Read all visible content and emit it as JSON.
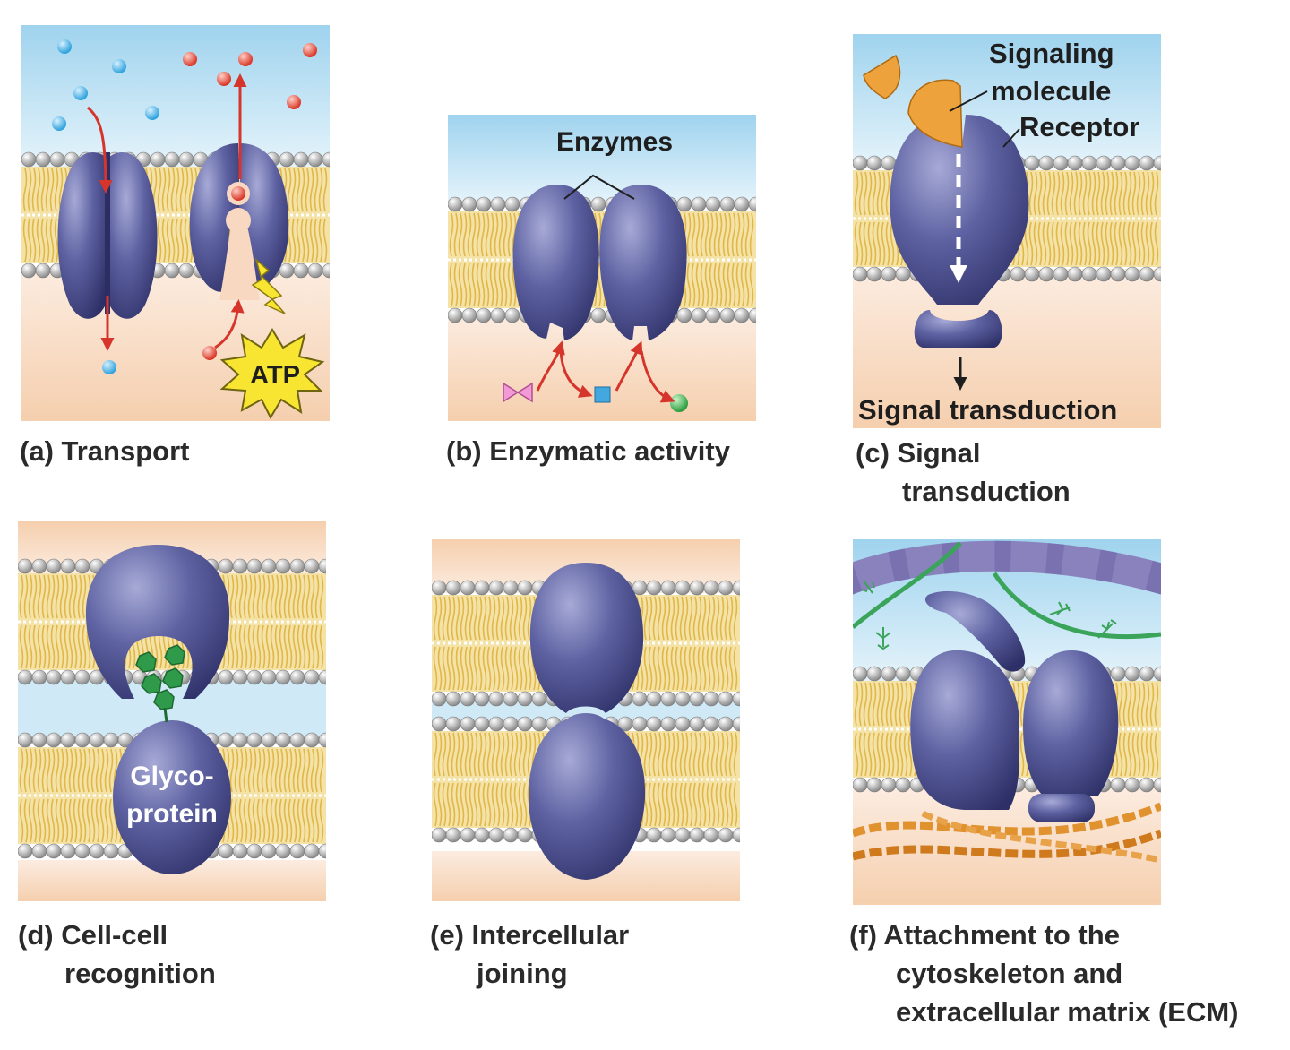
{
  "figure": {
    "panels": [
      {
        "key": "a",
        "caption": [
          "(a) Transport"
        ],
        "labels": {
          "atp": "ATP"
        }
      },
      {
        "key": "b",
        "caption": [
          "(b) Enzymatic activity"
        ],
        "labels": {
          "enzymes": "Enzymes"
        }
      },
      {
        "key": "c",
        "caption": [
          "(c) Signal",
          "transduction"
        ],
        "labels": {
          "signaling_1": "Signaling",
          "signaling_2": "molecule",
          "receptor": "Receptor",
          "transduction": "Signal transduction"
        }
      },
      {
        "key": "d",
        "caption": [
          "(d) Cell-cell",
          "recognition"
        ],
        "labels": {
          "glyco_1": "Glyco-",
          "glyco_2": "protein"
        }
      },
      {
        "key": "e",
        "caption": [
          "(e) Intercellular",
          "joining"
        ],
        "labels": {}
      },
      {
        "key": "f",
        "caption": [
          "(f) Attachment to the",
          "cytoskeleton and",
          "extracellular matrix (ECM)"
        ],
        "labels": {}
      }
    ]
  },
  "colors": {
    "sky": "#d8eef8",
    "sky_top": "#9fd3ee",
    "peach": "#fbe3cd",
    "peach_deep": "#f6cfa8",
    "protein": "#4a4d8c",
    "protein_light": "#8a8ec4",
    "lipid_head": "#9a9a9a",
    "lipid_tail": "#e0b84a",
    "arrow_red": "#d6352b",
    "solute_blue": "#4fb3e3",
    "solute_red": "#e04a3c",
    "glyco_green": "#2e9a4a",
    "atp_yellow": "#f7e531",
    "fiber_orange": "#e0922e",
    "fiber_green": "#3aa45a"
  }
}
